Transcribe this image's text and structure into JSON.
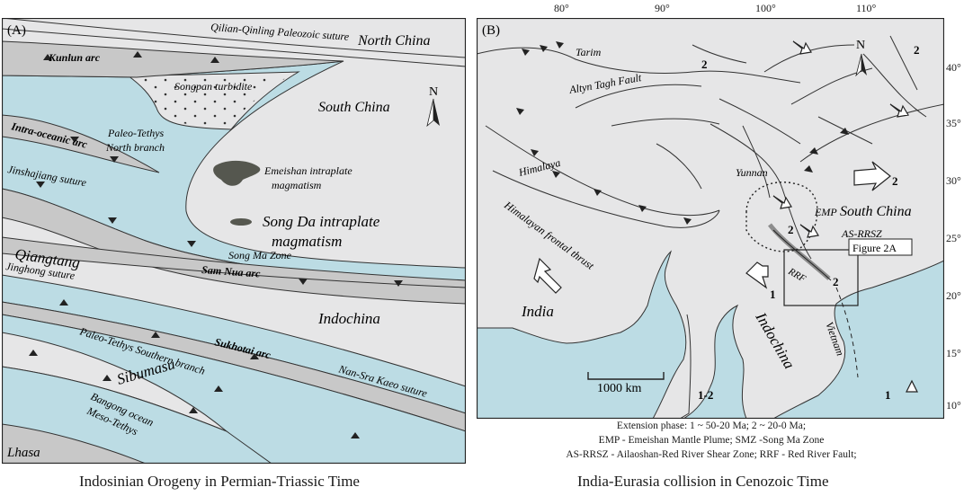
{
  "panel_a": {
    "tag": "(A)",
    "labels": {
      "north_china": "North China",
      "qilian_suture": "Qilian-Qinling Paleozoic suture",
      "kunlun_arc": "Kunlun arc",
      "songpan": "Songpan turbidite",
      "south_china": "South China",
      "intra_oceanic": "Intra-oceanic arc",
      "paleo_tethys_north_1": "Paleo-Tethys",
      "paleo_tethys_north_2": "North branch",
      "emeishan_1": "Emeishan intraplate",
      "emeishan_2": "magmatism",
      "jinshajiang": "Jinshajiang suture",
      "songda_1": "Song Da intraplate",
      "songda_2": "magmatism",
      "qiangtang": "Qiangtang",
      "song_ma": "Song Ma Zone",
      "sam_nua": "Sam Nua arc",
      "jinghong": "Jinghong suture",
      "indochina": "Indochina",
      "sukhotai": "Sukhotai arc",
      "paleo_tethys_south": "Paleo-Tethys Southern branch",
      "nan_sra": "Nan-Sra Kaeo suture",
      "sibumasu": "Sibumasu",
      "bangong_1": "Bangong ocean",
      "bangong_2": "Meso-Tethys",
      "lhasa": "Lhasa",
      "north": "N"
    },
    "caption": "Indosinian Orogeny in Permian-Triassic Time"
  },
  "panel_b": {
    "tag": "(B)",
    "lon_ticks": [
      "80°",
      "90°",
      "100°",
      "110°"
    ],
    "lat_ticks": [
      "40°",
      "35°",
      "30°",
      "25°",
      "20°",
      "15°",
      "10°"
    ],
    "labels": {
      "tarim": "Tarim",
      "altyn": "Altyn Tagh Fault",
      "himalaya": "Himalaya",
      "himalayan_thrust": "Himalayan frontal thrust",
      "yunnan": "Yunnan",
      "emp": "EMP",
      "south_china": "South China",
      "as_rrsz": "AS-RRSZ",
      "figure_2a": "Figure 2A",
      "rrf": "RRF",
      "india": "India",
      "indochina": "Indochina",
      "vietnam": "Vietnam",
      "scale": "1000 km",
      "north": "N",
      "n1": "1",
      "n2": "2",
      "n12": "1-2"
    },
    "legend": [
      "Extension phase: 1 ~ 50-20 Ma; 2 ~ 20-0 Ma;",
      "EMP - Emeishan Mantle Plume; SMZ -Song Ma Zone",
      "AS-RRSZ - Ailaoshan-Red River Shear Zone; RRF - Red River Fault;"
    ],
    "caption": "India-Eurasia collision in Cenozoic Time"
  },
  "colors": {
    "land": "#e6e6e7",
    "ocean": "#bcdce4",
    "belt": "#c8c8c8",
    "magma": "#55574f"
  }
}
